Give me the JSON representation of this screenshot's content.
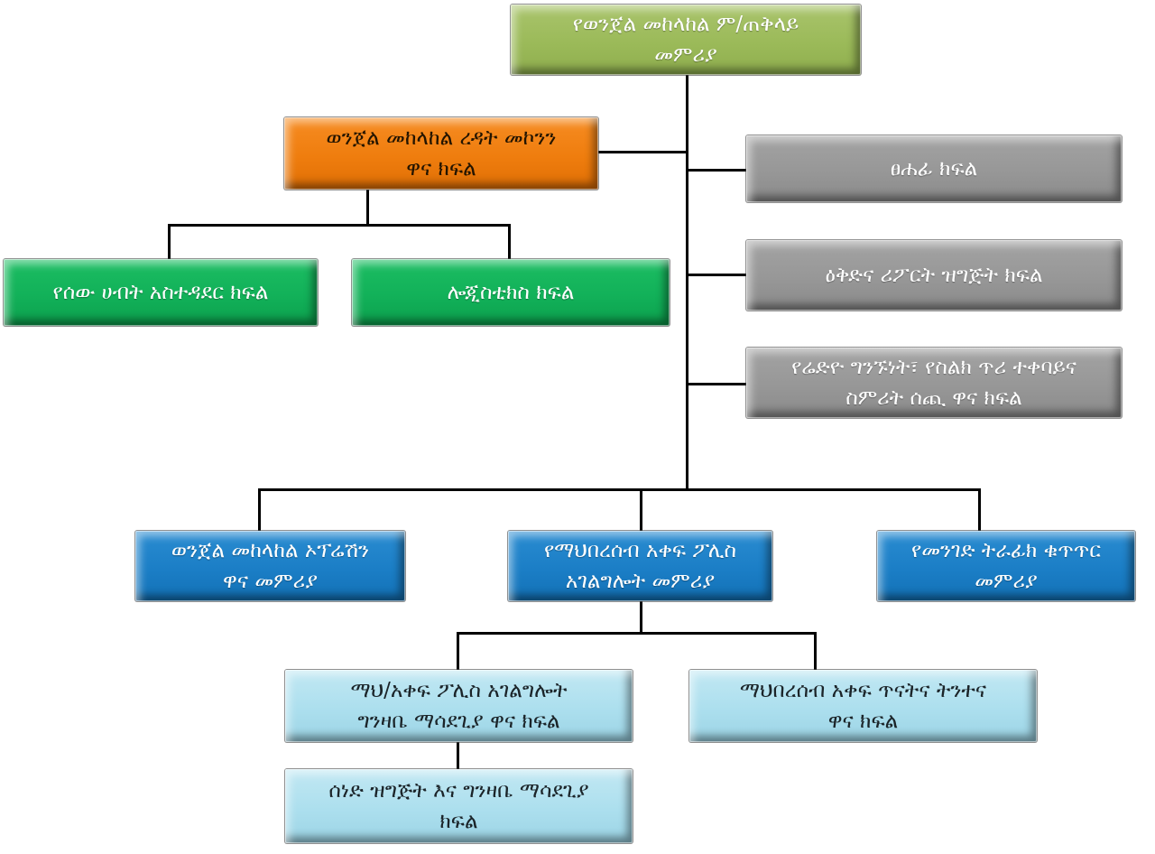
{
  "diagram": {
    "type": "org-chart",
    "language": "Amharic",
    "palette": {
      "root_fill": "#9bba59",
      "assistant_fill": "#ef7d0e",
      "staff_fill": "#979797",
      "support_fill": "#12b159",
      "department_fill": "#1b7ec6",
      "subunit_fill": "#acdfee",
      "connector": "#000000",
      "background": "#ffffff"
    },
    "nodes": {
      "root": {
        "label": "የወንጀል መከላከል ም/ጠቅላይ መምሪያ",
        "lines": [
          "የወንጀል መከላከል ም/ጠቅላይ",
          "መምሪያ"
        ]
      },
      "assistant": {
        "label": "ወንጀል መከላከል ረዳት መኮንን ዋና ክፍል",
        "lines": [
          "ወንጀል መከላከል ረዳት መኮንን",
          "ዋና ክፍል"
        ]
      },
      "secretary": {
        "label": "ፀሐፊ ክፍል",
        "lines": [
          "ፀሐፊ ክፍል"
        ]
      },
      "plan": {
        "label": "ዕቅድና ሪፖርት ዝግጅት ክፍል",
        "lines": [
          "ዕቅድና ሪፖርት ዝግጅት ክፍል"
        ]
      },
      "radio": {
        "label": "የሬድዮ ግንኙነት፣ የስልክ ጥሪ ተቀባይና ስምሪት ሰጪ ዋና ክፍል",
        "lines": [
          "የሬድዮ ግንኙነት፣ የስልክ ጥሪ ተቀባይና",
          "ስምሪት ሰጪ ዋና ክፍል"
        ]
      },
      "hr": {
        "label": "የሰው ሀብት አስተዳደር ክፍል",
        "lines": [
          "የሰው ሀብት አስተዳደር ክፍል"
        ]
      },
      "logistics": {
        "label": "ሎጂስቲክስ ክፍል",
        "lines": [
          "ሎጂስቲክስ ክፍል"
        ]
      },
      "operation": {
        "label": "ወንጀል መከላከል ኦፕሬሽን ዋና መምሪያ",
        "lines": [
          "ወንጀል መከላከል ኦፕሬሽን",
          "ዋና መምሪያ"
        ]
      },
      "community": {
        "label": "የማህበረሰብ አቀፍ ፖሊስ አገልግሎት መምሪያ",
        "lines": [
          "የማህበረሰብ አቀፍ ፖሊስ",
          "አገልግሎት መምሪያ"
        ]
      },
      "traffic": {
        "label": "የመንገድ ትራፊክ ቁጥጥር መምሪያ",
        "lines": [
          "የመንገድ ትራፊክ ቁጥጥር",
          "መምሪያ"
        ]
      },
      "awareness": {
        "label": "ማህ/አቀፍ ፖሊስ አገልግሎት ግንዛቤ ማሳደጊያ ዋና ክፍል",
        "lines": [
          "ማህ/አቀፍ ፖሊስ አገልግሎት",
          "ግንዛቤ ማሳደጊያ ዋና ክፍል"
        ]
      },
      "study": {
        "label": "ማህበረሰብ አቀፍ ጥናትና ትንተና ዋና ክፍል",
        "lines": [
          "ማህበረሰብ አቀፍ ጥናትና ትንተና",
          "ዋና ክፍል"
        ]
      },
      "document": {
        "label": "ሰነድ ዝግጅት እና ግንዛቤ ማሳደጊያ ክፍል",
        "lines": [
          "ሰነድ ዝግጅት  እና ግንዛቤ ማሳደጊያ",
          "ክፍል"
        ]
      }
    },
    "edges": [
      [
        "root",
        "assistant"
      ],
      [
        "root",
        "secretary"
      ],
      [
        "root",
        "plan"
      ],
      [
        "root",
        "radio"
      ],
      [
        "assistant",
        "hr"
      ],
      [
        "assistant",
        "logistics"
      ],
      [
        "root",
        "operation"
      ],
      [
        "root",
        "community"
      ],
      [
        "root",
        "traffic"
      ],
      [
        "community",
        "awareness"
      ],
      [
        "community",
        "study"
      ],
      [
        "awareness",
        "document"
      ]
    ]
  }
}
